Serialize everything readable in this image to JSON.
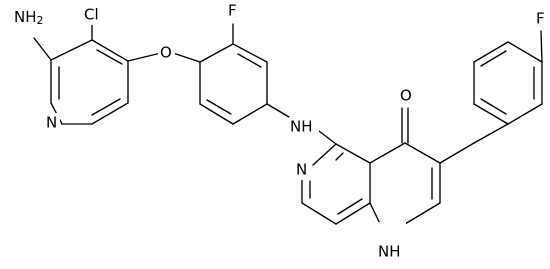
{
  "molecule": {
    "atoms": {
      "nh2": "NH",
      "nh2_subscript": "2",
      "cl": "Cl",
      "pyridine_n": "N",
      "ether_o": "O",
      "f_top": "F",
      "nh_linker": "NH",
      "carbonyl_o": "O",
      "f_right": "F",
      "naph_n": "N",
      "ring_nh": "NH"
    }
  }
}
